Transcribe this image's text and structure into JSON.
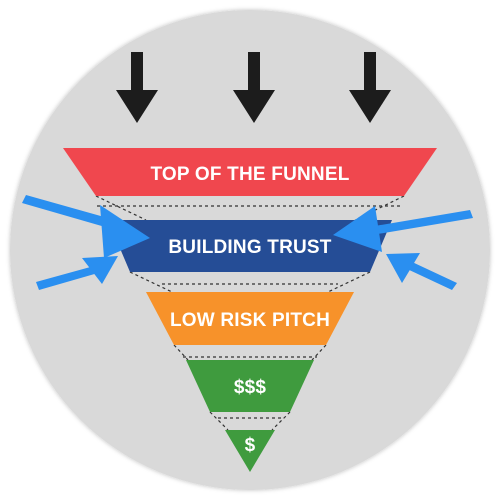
{
  "diagram": {
    "stages": [
      {
        "label": "TOP OF THE FUNNEL",
        "color": "#f0474e"
      },
      {
        "label": "BUILDING TRUST",
        "color": "#254d96"
      },
      {
        "label": "LOW RISK PITCH",
        "color": "#f7922a"
      },
      {
        "label": "$$$",
        "color": "#3f9b3e"
      },
      {
        "label": "$",
        "color": "#3f9b3e"
      }
    ],
    "colors": {
      "background_circle": "#d9d9d9",
      "down_arrows": "#1c1c1c",
      "side_arrows": "#2a8ff0",
      "connector_lines": "#333333"
    },
    "icons": {
      "down_arrow": "down-arrow-icon",
      "side_arrow": "side-arrow-icon"
    }
  }
}
